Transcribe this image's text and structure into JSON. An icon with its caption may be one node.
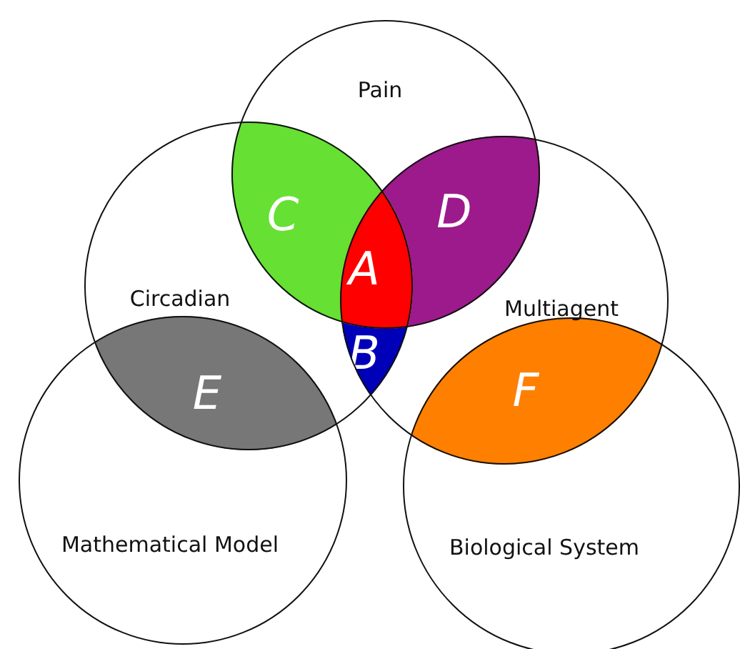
{
  "diagram": {
    "nodes": [
      {
        "text": [
          "Pain"
        ]
      },
      {
        "text": [
          "Circadian"
        ]
      },
      {
        "text": [
          "Multiagent"
        ]
      },
      {
        "text": [
          "Mathematical Model"
        ]
      },
      {
        "text": [
          "Biological System"
        ]
      },
      {
        "text": [
          "C"
        ]
      },
      {
        "text": [
          "D"
        ]
      },
      {
        "text": [
          "A"
        ]
      },
      {
        "text": [
          "B"
        ]
      },
      {
        "text": [
          "E"
        ]
      },
      {
        "text": [
          "F"
        ]
      }
    ]
  }
}
